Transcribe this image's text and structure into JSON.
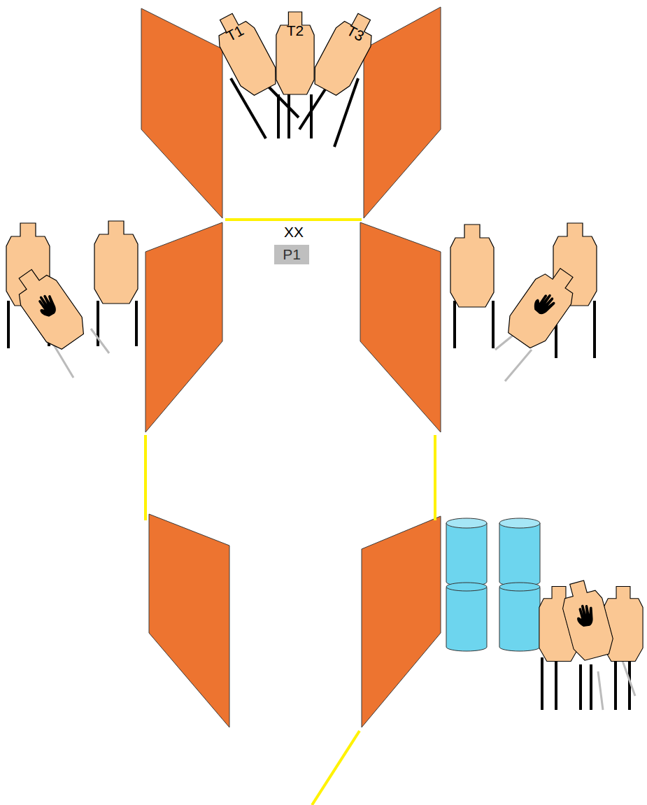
{
  "diagram": {
    "nodes": [
      {
        "text": [
          "T1"
        ]
      },
      {
        "text": [
          "T2"
        ]
      },
      {
        "text": [
          "T3"
        ]
      },
      {
        "text": [
          "P1"
        ]
      }
    ],
    "labels": [
      "XX"
    ]
  }
}
